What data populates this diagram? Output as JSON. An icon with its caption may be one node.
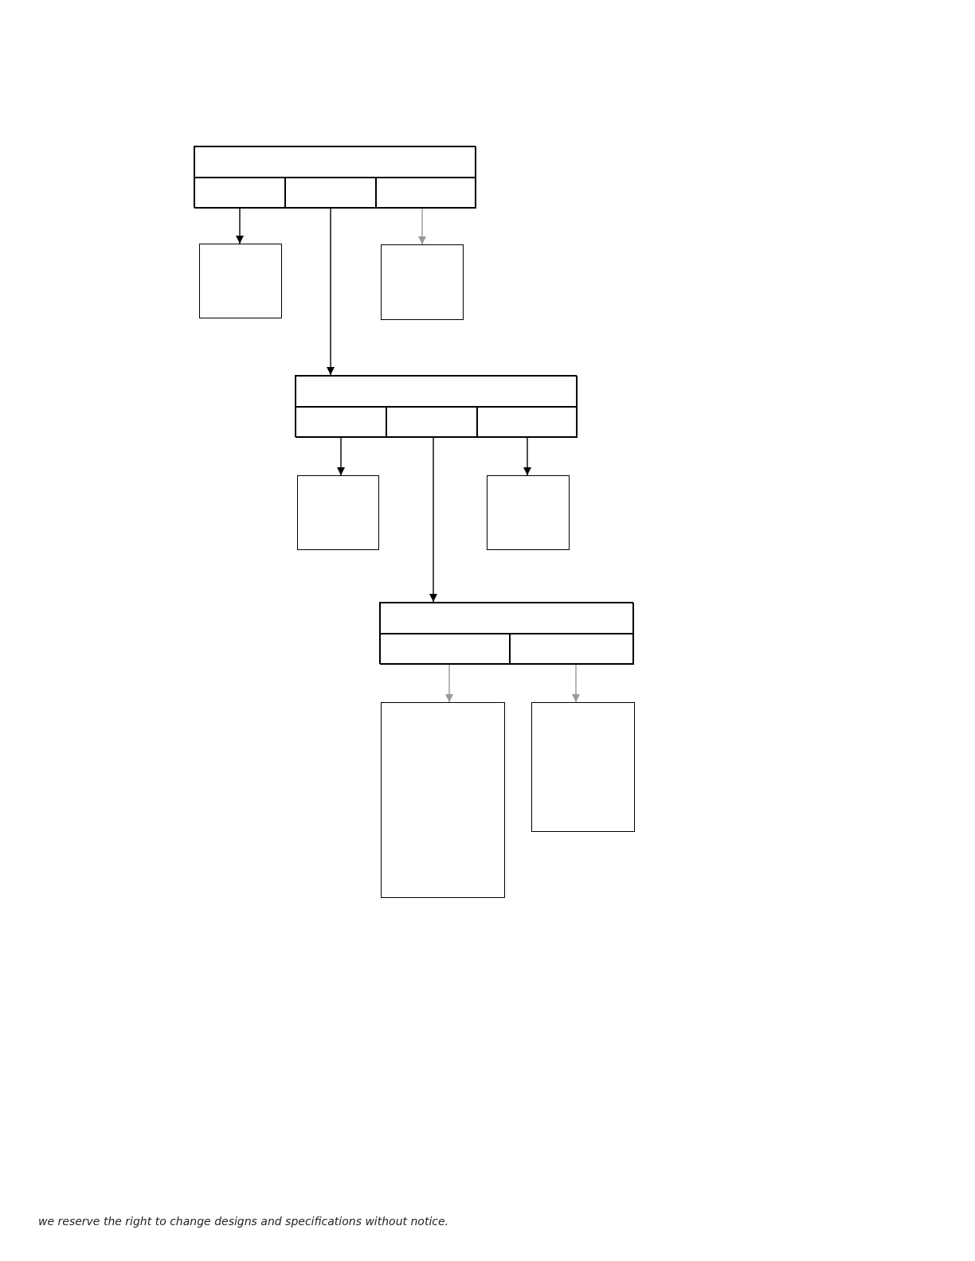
{
  "diagram": {
    "nodes": [
      {
        "text": [],
        "shape": "box"
      },
      {
        "text": [],
        "shape": "box",
        "in": 0
      },
      {
        "text": [],
        "shape": "box",
        "in": 0
      },
      {
        "text": [],
        "shape": "box",
        "in": 0
      },
      {
        "text": [],
        "shape": "box",
        "in": 0
      },
      {
        "text": [],
        "shape": "box"
      },
      {
        "text": [],
        "shape": "box"
      },
      {
        "text": [],
        "shape": "box"
      },
      {
        "text": [],
        "shape": "box",
        "in": 7
      },
      {
        "text": [],
        "shape": "box",
        "in": 7
      },
      {
        "text": [],
        "shape": "box",
        "in": 7
      },
      {
        "text": [],
        "shape": "box",
        "in": 7
      },
      {
        "text": [],
        "shape": "box"
      },
      {
        "text": [],
        "shape": "box"
      },
      {
        "text": [],
        "shape": "box"
      },
      {
        "text": [],
        "shape": "box",
        "in": 14
      },
      {
        "text": [],
        "shape": "box",
        "in": 14
      },
      {
        "text": [],
        "shape": "box",
        "in": 14
      },
      {
        "text": [],
        "shape": "box"
      },
      {
        "text": [],
        "shape": "box"
      }
    ],
    "edges": [
      {
        "from": 2,
        "to": 5,
        "arrow": "to"
      },
      {
        "from": 3,
        "to": 7,
        "arrow": "to"
      },
      {
        "from": 4,
        "to": 6,
        "arrow": "to",
        "color": "#999999"
      },
      {
        "from": 9,
        "to": 12,
        "arrow": "to"
      },
      {
        "from": 10,
        "to": 14,
        "arrow": "to"
      },
      {
        "from": 11,
        "to": 13,
        "arrow": "to"
      },
      {
        "from": 16,
        "to": 18,
        "arrow": "to",
        "color": "#999999"
      },
      {
        "from": 17,
        "to": 19,
        "arrow": "to",
        "color": "#999999"
      }
    ],
    "labels": [
      "we reserve the right to change designs and specifications without notice."
    ]
  }
}
